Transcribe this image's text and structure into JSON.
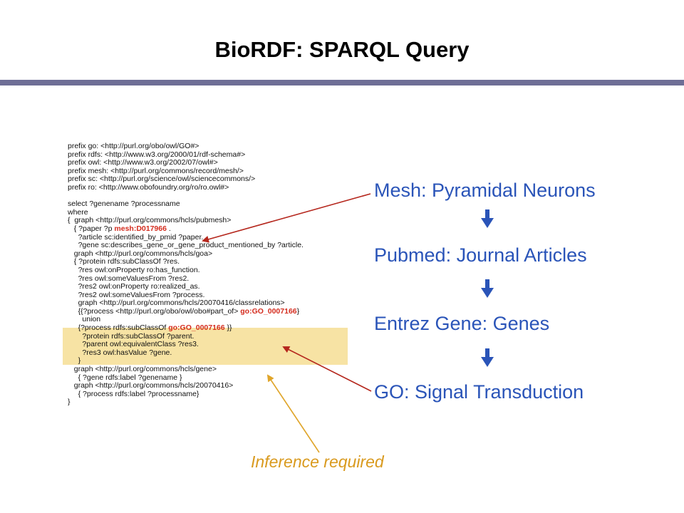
{
  "slide": {
    "title": "BioRDF: SPARQL Query"
  },
  "query": {
    "prefixes": [
      "prefix go: <http://purl.org/obo/owl/GO#>",
      "prefix rdfs: <http://www.w3.org/2000/01/rdf-schema#>",
      "prefix owl: <http://www.w3.org/2002/07/owl#>",
      "prefix mesh: <http://purl.org/commons/record/mesh/>",
      "prefix sc: <http://purl.org/science/owl/sciencecommons/>",
      "prefix ro: <http://www.obofoundry.org/ro/ro.owl#>"
    ],
    "select_line": "select ?genename ?processname",
    "where_line": "where",
    "graph_pubmesh": "{  graph <http://purl.org/commons/hcls/pubmesh>",
    "paper_prefix": "   { ?paper ?p ",
    "mesh_term": "mesh:D017966",
    "paper_suffix": " .",
    "article_line": "     ?article sc:identified_by_pmid ?paper.",
    "gene_line": "     ?gene sc:describes_gene_or_gene_product_mentioned_by ?article.",
    "graph_goa": "   graph <http://purl.org/commons/hcls/goa>",
    "goa_lines": [
      "   { ?protein rdfs:subClassOf ?res.",
      "     ?res owl:onProperty ro:has_function.",
      "     ?res owl:someValuesFrom ?res2.",
      "     ?res2 owl:onProperty ro:realized_as.",
      "     ?res2 owl:someValuesFrom ?process."
    ],
    "graph_classrelations": "     graph <http://purl.org/commons/hcls/20070416/classrelations>",
    "process_part_prefix": "     {{?process <http://purl.org/obo/owl/obo#part_of> ",
    "go_term": "go:GO_0007166",
    "process_part_suffix": "}",
    "union_line": "       union",
    "process_sub_prefix": "     {?process rdfs:subClassOf ",
    "process_sub_suffix": " }}",
    "after_lines": [
      "       ?protein rdfs:subClassOf ?parent.",
      "       ?parent owl:equivalentClass ?res3.",
      "       ?res3 owl:hasValue ?gene.",
      "     }"
    ],
    "tail_lines": [
      "   graph <http://purl.org/commons/hcls/gene>",
      "     { ?gene rdfs:label ?genename }",
      "   graph <http://purl.org/commons/hcls/20070416>",
      "     { ?process rdfs:label ?processname}",
      "}"
    ]
  },
  "flow": {
    "items": [
      "Mesh: Pyramidal Neurons",
      "Pubmed: Journal Articles",
      "Entrez Gene: Genes",
      "GO: Signal Transduction"
    ]
  },
  "annotation": {
    "inference_label": "Inference required"
  },
  "colors": {
    "title_rule": "#6e6e96",
    "flow_text": "#2a54b8",
    "highlight_term": "#d42c1e",
    "highlight_band": "#f7e3a4",
    "inference_text": "#d99a1e",
    "pointer_red": "#b5271d"
  }
}
